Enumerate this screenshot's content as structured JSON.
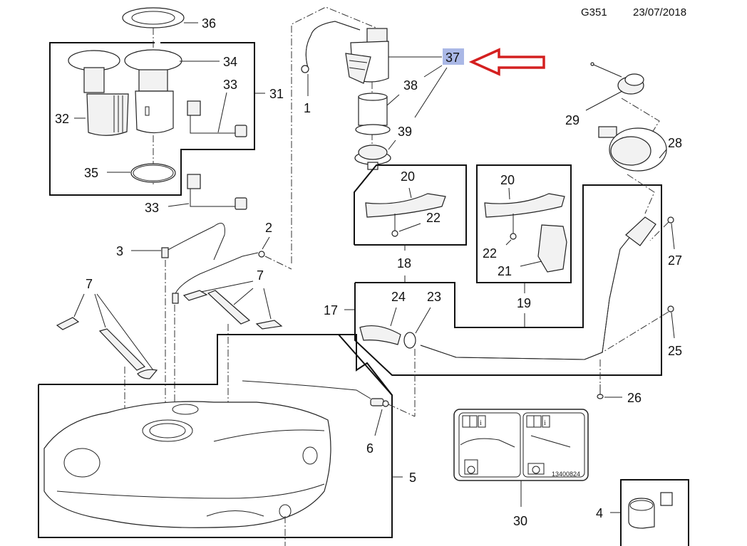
{
  "header": {
    "diagram_code": "G351",
    "date": "23/07/2018"
  },
  "highlight": {
    "part_number": "37",
    "highlight_color": "#aab8e6",
    "arrow_color": "#d42020"
  },
  "callouts": {
    "c1": "1",
    "c2": "2",
    "c3": "3",
    "c4": "4",
    "c5": "5",
    "c6": "6",
    "c7a": "7",
    "c7b": "7",
    "c17": "17",
    "c18": "18",
    "c19": "19",
    "c20a": "20",
    "c20b": "20",
    "c21": "21",
    "c22a": "22",
    "c22b": "22",
    "c23": "23",
    "c24": "24",
    "c25": "25",
    "c26": "26",
    "c27": "27",
    "c28": "28",
    "c29": "29",
    "c30": "30",
    "c31": "31",
    "c32": "32",
    "c33a": "33",
    "c33b": "33",
    "c34": "34",
    "c35": "35",
    "c36": "36",
    "c37": "37",
    "c38": "38",
    "c39": "39"
  },
  "label_30_panel": {
    "code": "13400824",
    "icons": [
      "manual-icon",
      "info-icon",
      "fuel-pump-icon",
      "fuel-can-icon"
    ]
  }
}
